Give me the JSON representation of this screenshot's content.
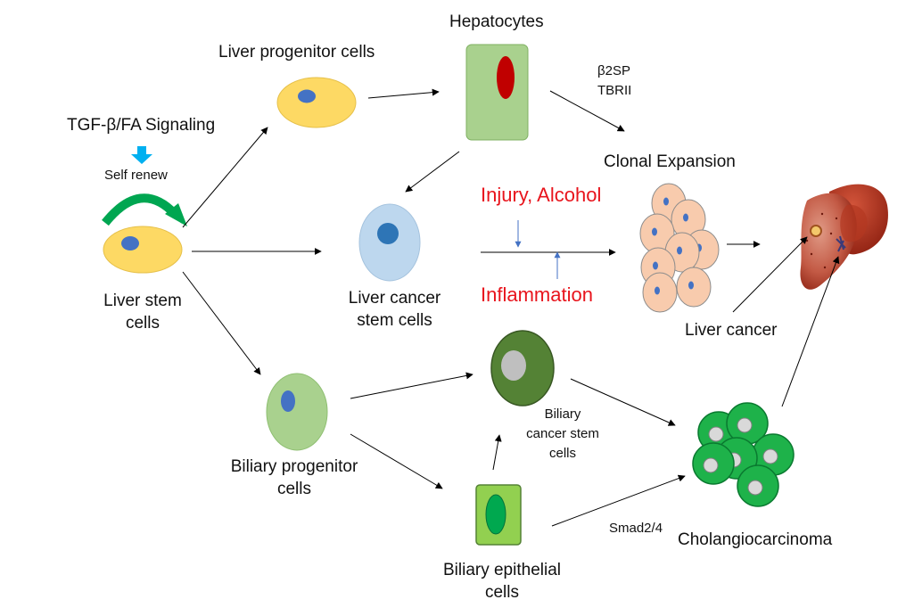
{
  "labels": {
    "liver_progenitor": "Liver progenitor cells",
    "hepatocytes": "Hepatocytes",
    "b2sp": "β2SP",
    "tbrii": "TBRII",
    "tgf_signaling": "TGF-β/FA Signaling",
    "self_renew": "Self renew",
    "clonal_expansion": "Clonal Expansion",
    "injury_alcohol": "Injury, Alcohol",
    "inflammation": "Inflammation",
    "liver_stem_1": "Liver stem",
    "liver_stem_2": "cells",
    "liver_cancer_stem_1": "Liver cancer",
    "liver_cancer_stem_2": "stem cells",
    "liver_cancer": "Liver cancer",
    "biliary_cancer_stem_1": "Biliary",
    "biliary_cancer_stem_2": "cancer stem",
    "biliary_cancer_stem_3": "cells",
    "biliary_progenitor_1": "Biliary progenitor",
    "biliary_progenitor_2": "cells",
    "smad": "Smad2/4",
    "cholangiocarcinoma": "Cholangiocarcinoma",
    "biliary_epithelial_1": "Biliary epithelial",
    "biliary_epithelial_2": "cells"
  },
  "colors": {
    "stem_cell_fill": "#fdd964",
    "nucleus_blue": "#4472c4",
    "hepatocyte_fill": "#a9d18e",
    "hepatocyte_nucleus": "#c00000",
    "cancer_stem_fill": "#bdd7ee",
    "cancer_stem_nucleus": "#2e75b6",
    "biliary_progenitor_fill": "#a9d18e",
    "biliary_cancer_fill": "#548235",
    "biliary_cancer_nucleus": "#bfbfbf",
    "epithelial_fill": "#92d050",
    "epithelial_nucleus": "#00a84f",
    "cholangio_fill": "#1eb24a",
    "cholangio_nucleus": "#d9d9d9",
    "clonal_fill": "#f8cbad",
    "self_renew_arrow": "#00a651",
    "signal_arrow": "#00b0f0",
    "red_text": "#e8141c",
    "liver_dark": "#a32a14",
    "liver_tumor": "#d27a66"
  }
}
